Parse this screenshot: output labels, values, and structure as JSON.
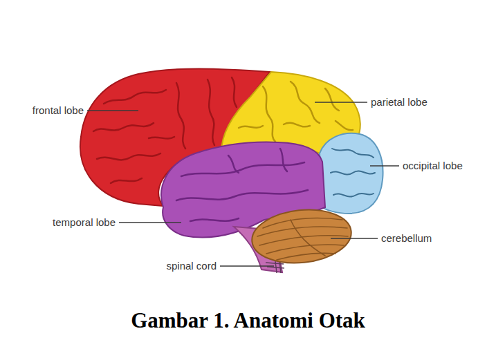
{
  "diagram": {
    "caption": "Gambar 1. Anatomi Otak",
    "labels": [
      "frontal lobe",
      "parietal lobe",
      "occipital lobe",
      "temporal lobe",
      "cerebellum",
      "spinal cord"
    ]
  }
}
